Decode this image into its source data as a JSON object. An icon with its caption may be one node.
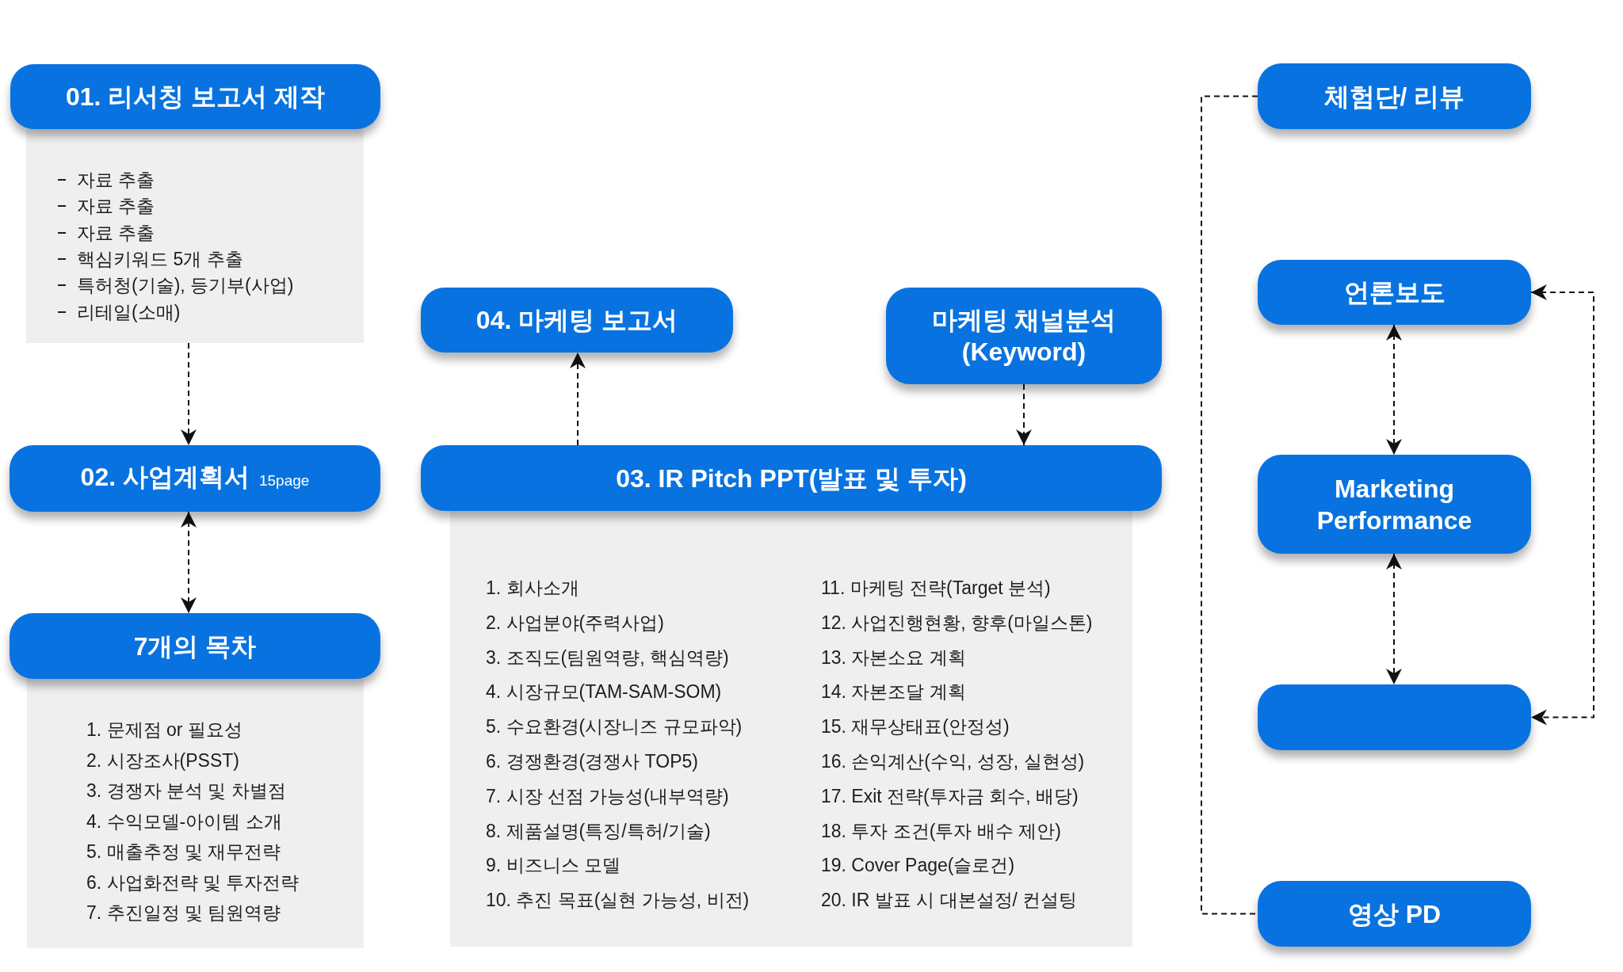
{
  "diagram": {
    "nodes": [
      {
        "text": [
          "01. 리서칭 보고서 제작"
        ]
      },
      {
        "text": [
          "자료 추출",
          "자료 추출",
          "자료 추출",
          "핵심키워드 5개 추출",
          "특허청(기술), 등기부(사업)",
          "리테일(소매)"
        ]
      },
      {
        "text": [
          "02. 사업계획서",
          "15page"
        ]
      },
      {
        "text": [
          "7개의 목차"
        ]
      },
      {
        "text": [
          "1. 문제점 or 필요성",
          "2. 시장조사(PSST)",
          "3. 경쟁자 분석 및 차별점",
          "4. 수익모델-아이템 소개",
          "5. 매출추정 및 재무전략",
          "6. 사업화전략 및 투자전략",
          "7. 추진일정 및 팀원역량"
        ]
      },
      {
        "text": [
          "04. 마케팅 보고서"
        ]
      },
      {
        "text": [
          "마케팅 채널분석 (Keyword)"
        ]
      },
      {
        "text": [
          "03. IR Pitch PPT(발표 및 투자)"
        ]
      },
      {
        "text": [
          "1. 회사소개",
          "2. 사업분야(주력사업)",
          "3. 조직도(팀원역량, 핵심역량)",
          "4. 시장규모(TAM-SAM-SOM)",
          "5. 수요환경(시장니즈 규모파악)",
          "6. 경쟁환경(경쟁사 TOP5)",
          "7. 시장 선점 가능성(내부역량)",
          "8. 제품설명(특징/특허/기술)",
          "9. 비즈니스 모델",
          "10. 추진 목표(실현 가능성, 비전)",
          "11. 마케팅 전략(Target 분석)",
          "12. 사업진행현황, 향후(마일스톤)",
          "13. 자본소요 계획",
          "14. 자본조달 계획",
          "15. 재무상태표(안정성)",
          "16. 손익계산(수익, 성장, 실현성)",
          "17. Exit 전략(투자금 회수, 배당)",
          "18. 투자 조건(투자 배수 제안)",
          "19. Cover Page(슬로건)",
          "20. IR 발표 시 대본설정/ 컨설팅"
        ]
      },
      {
        "text": [
          "체험단/ 리뷰"
        ]
      },
      {
        "text": [
          "언론보도"
        ]
      },
      {
        "text": [
          "Marketing Performance"
        ]
      },
      {
        "text": [],
        "shape": "box"
      },
      {
        "text": [
          "영상 PD"
        ]
      }
    ],
    "edges": [
      {
        "from": 1,
        "to": 2,
        "arrow": "to",
        "style": "dashed"
      },
      {
        "from": 2,
        "to": 3,
        "arrow": "both",
        "style": "dashed"
      },
      {
        "from": 7,
        "to": 5,
        "arrow": "to",
        "style": "dashed"
      },
      {
        "from": 6,
        "to": 7,
        "arrow": "to",
        "style": "dashed"
      },
      {
        "from": 10,
        "to": 11,
        "arrow": "both",
        "style": "dashed"
      },
      {
        "from": 11,
        "to": 12,
        "arrow": "both",
        "style": "dashed"
      },
      {
        "from": 9,
        "to": 13,
        "arrow": "none",
        "style": "dashed"
      },
      {
        "from": 10,
        "to": 12,
        "arrow": "both",
        "style": "dashed"
      }
    ]
  }
}
